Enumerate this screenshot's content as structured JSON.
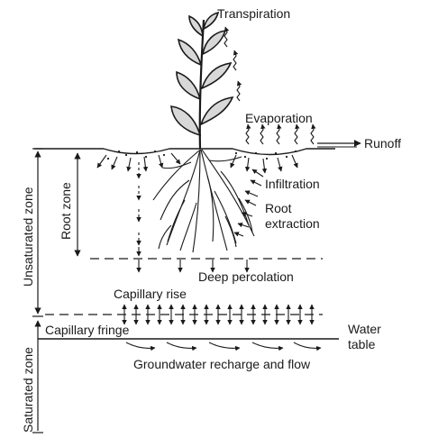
{
  "labels": {
    "transpiration": "Transpiration",
    "evaporation": "Evaporation",
    "runoff": "Runoff",
    "infiltration": "Infiltration",
    "root_extraction_1": "Root",
    "root_extraction_2": "extraction",
    "root_zone": "Root zone",
    "unsaturated_zone": "Unsaturated zone",
    "deep_percolation": "Deep percolation",
    "capillary_rise": "Capillary rise",
    "capillary_fringe": "Capillary fringe",
    "water_table_1": "Water",
    "water_table_2": "table",
    "groundwater": "Groundwater recharge and flow",
    "saturated_zone": "Saturated zone"
  },
  "colors": {
    "ink": "#1a1a1a",
    "background": "#ffffff"
  }
}
